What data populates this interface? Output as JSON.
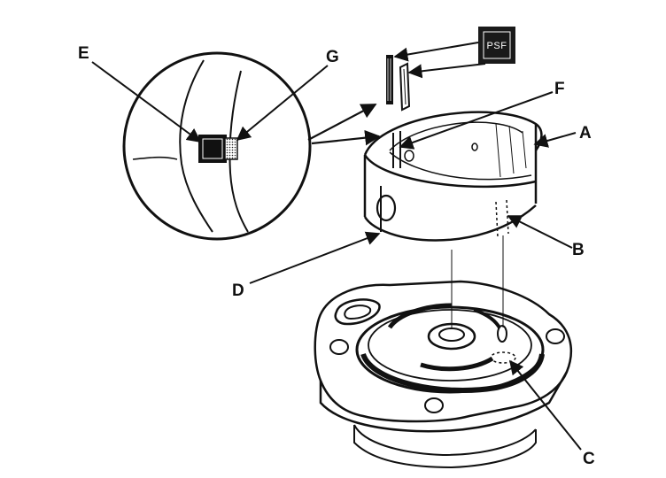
{
  "diagram": {
    "callouts": {
      "A": "A",
      "B": "B",
      "C": "C",
      "D": "D",
      "E": "E",
      "F": "F",
      "G": "G"
    },
    "psf_label": "PSF"
  }
}
